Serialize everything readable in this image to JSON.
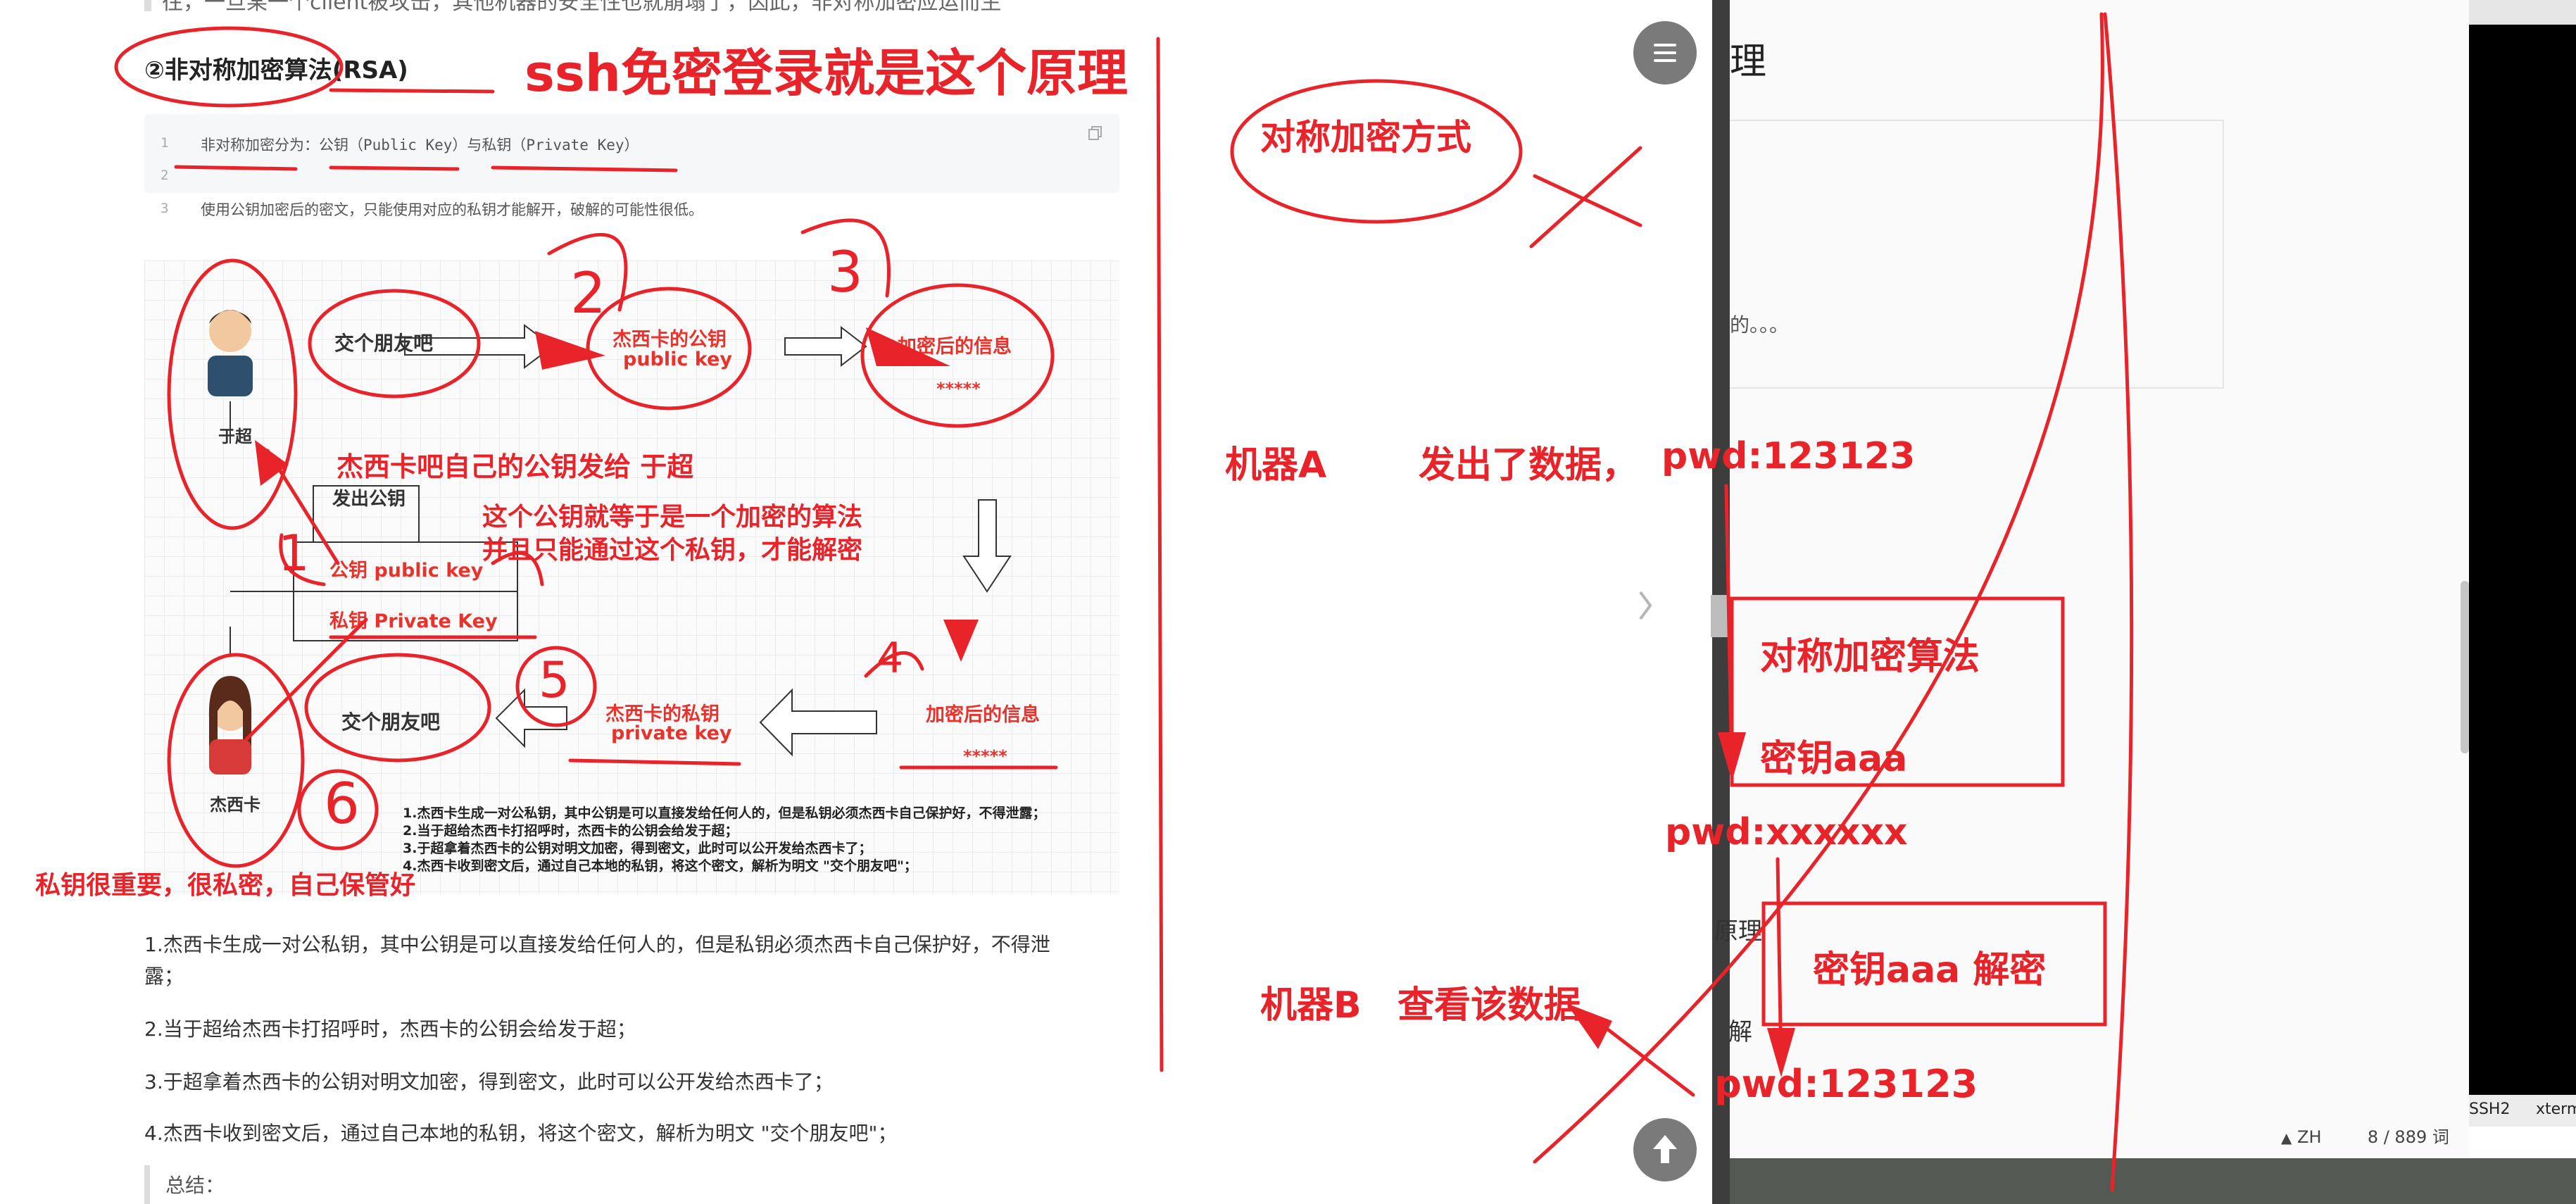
{
  "article": {
    "top_cut_text": "往，一旦某一个client被攻击，其他机器的安全性也就崩塌了，因此，非对称加密应运而生",
    "section_title": "②非对称加密算法(RSA)",
    "code_lines": [
      {
        "num": "1",
        "text": "非对称加密分为：公钥（Public Key）与私钥（Private Key）"
      },
      {
        "num": "2",
        "text": ""
      },
      {
        "num": "3",
        "text": "使用公钥加密后的密文，只能使用对应的私钥才能解开，破解的可能性很低。"
      }
    ],
    "diagram": {
      "person_top": "于超",
      "person_bottom": "杰西卡",
      "msg_top": "交个朋友吧",
      "msg_bottom": "交个朋友吧",
      "pubkey_node_line1": "杰西卡的公钥",
      "pubkey_node_line2": "public key",
      "privkey_node_line1": "杰西卡的私钥",
      "privkey_node_line2": "private key",
      "encrypted_top": "加密后的信息",
      "encrypted_top_stars": "*****",
      "encrypted_bottom": "加密后的信息",
      "encrypted_bottom_stars": "*****",
      "send_pubkey": "发出公钥",
      "pubkey_label": "公钥 public key",
      "privkey_label": "私钥 Private Key",
      "notes": [
        "1.杰西卡生成一对公私钥，其中公钥是可以直接发给任何人的，但是私钥必须杰西卡自己保护好，不得泄露；",
        "2.当于超给杰西卡打招呼时，杰西卡的公钥会给发于超；",
        "3.于超拿着杰西卡的公钥对明文加密，得到密文，此时可以公开发给杰西卡了；",
        "4.杰西卡收到密文后，通过自己本地的私钥，将这个密文，解析为明文 \"交个朋友吧\"；"
      ]
    },
    "paragraphs": [
      "1.杰西卡生成一对公私钥，其中公钥是可以直接发给任何人的，但是私钥必须杰西卡自己保护好，不得泄",
      "露；",
      "2.当于超给杰西卡打招呼时，杰西卡的公钥会给发于超；",
      "3.于超拿着杰西卡的公钥对明文加密，得到密文，此时可以公开发给杰西卡了；",
      "4.杰西卡收到密文后，通过自己本地的私钥，将这个密文，解析为明文 \"交个朋友吧\"；"
    ],
    "summary": "总结："
  },
  "right_panel": {
    "title_fragment": "理",
    "box_fragment": "的。。。",
    "frag_principle": "原理",
    "frag_solve": "解",
    "status_lang": "ZH",
    "status_words": "8 / 889 词"
  },
  "terminal": {
    "tab_ssh": "SSH2",
    "tab_xterm": "xterm"
  },
  "annotations": {
    "ssh_title": "ssh免密登录就是这个原理",
    "jessica_sends": "杰西卡吧自己的公钥发给  于超",
    "pubkey_explain_1": "这个公钥就等于是一个加密的算法",
    "pubkey_explain_2": "并且只能通过这个私钥，才能解密",
    "private_important": "私钥很重要，很私密，自己保管好",
    "num_1": "1",
    "num_2": "2",
    "num_3": "3",
    "num_4": "4",
    "num_5": "5",
    "num_6": "6",
    "symmetric_way": "对称加密方式",
    "machine_a": "机器A",
    "sent_data": "发出了数据，",
    "pwd_plain_top": "pwd:123123",
    "sym_algo": "对称加密算法",
    "key_aaa": "密钥aaa",
    "pwd_cipher": "pwd:xxxxxx",
    "key_decrypt": "密钥aaa  解密",
    "machine_b": "机器B",
    "view_data": "查看该数据",
    "pwd_plain_bottom": "pwd:123123"
  },
  "colors": {
    "annotation_red": "#e8232a",
    "diagram_red": "#e8332c",
    "button_gray": "#7a7a7a"
  }
}
